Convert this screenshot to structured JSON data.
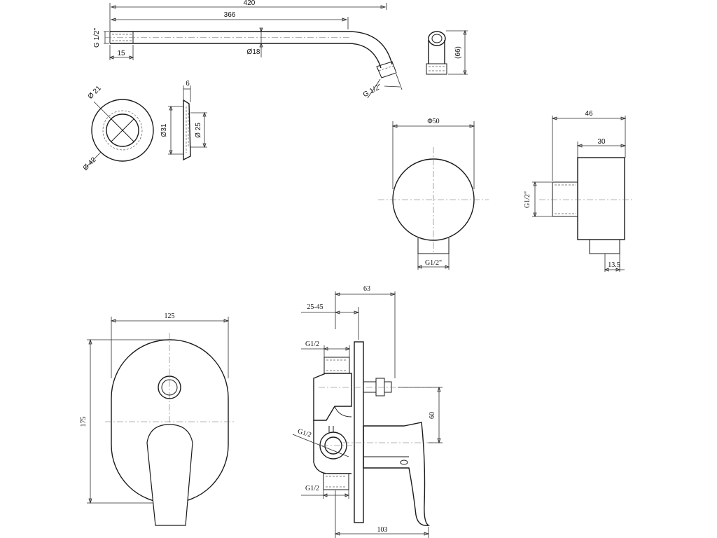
{
  "dimensions": {
    "arm_total": "420",
    "arm_straight": "366",
    "arm_thread_left": "G 1/2\"",
    "arm_thread_len": "15",
    "arm_diameter": "Ø18",
    "arm_thread_right": "G 1/2\"",
    "elbow_height": "(66)",
    "flange_inner": "Ø 21",
    "flange_outer": "Ø 42",
    "flange_thickness": "6",
    "flange_d31": "Ø31",
    "flange_d25": "Ø 25",
    "outlet_diameter": "Φ50",
    "outlet_thread": "G1/2\"",
    "outlet_depth_total": "46",
    "outlet_body_depth": "30",
    "outlet_side_thread": "G1/2\"",
    "outlet_offset": "13.5",
    "plate_width": "125",
    "plate_height": "175",
    "valve_depth": "63",
    "valve_wall_range": "25-45",
    "valve_inlet_top": "G1/2",
    "valve_inlet_mid": "G1/2",
    "valve_inlet_bottom": "G1/2",
    "valve_axis_spacing": "60",
    "valve_lever_projection": "103"
  }
}
